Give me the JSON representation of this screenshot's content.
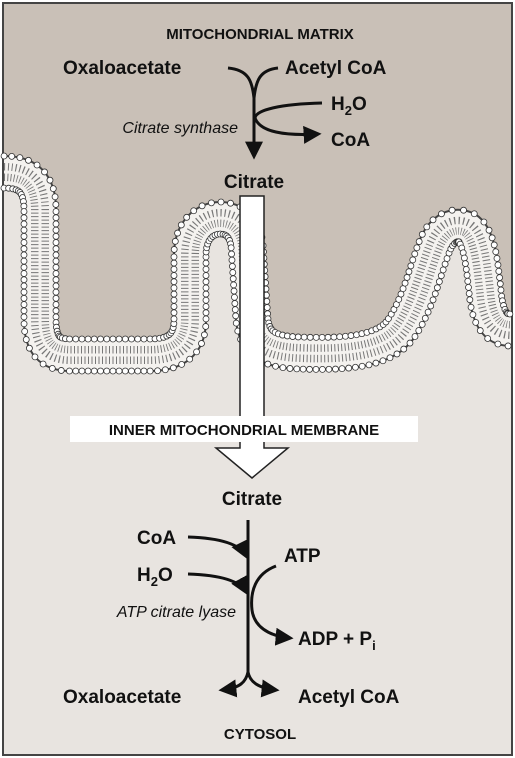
{
  "matrix": {
    "header": "MITOCHONDRIAL MATRIX",
    "substrate_left": "Oxaloacetate",
    "substrate_right": "Acetyl CoA",
    "water_main": "H",
    "water_sub": "2",
    "water_tail": "O",
    "coa_out": "CoA",
    "enzyme": "Citrate synthase",
    "product": "Citrate"
  },
  "membrane": {
    "label": "INNER MITOCHONDRIAL MEMBRANE"
  },
  "cytosol": {
    "citrate": "Citrate",
    "coa_in": "CoA",
    "atp": "ATP",
    "water_main": "H",
    "water_sub": "2",
    "water_tail": "O",
    "enzyme": "ATP citrate lyase",
    "adp_text": "ADP + P",
    "pi_sub": "i",
    "product_left": "Oxaloacetate",
    "product_right": "Acetyl CoA",
    "footer": "CYTOSOL"
  },
  "colors": {
    "matrix": "#c9c0b7",
    "cytosol": "#e8e4e0",
    "membrane_fill": "#f4f2ef",
    "ink": "#111111",
    "border": "#444444"
  }
}
